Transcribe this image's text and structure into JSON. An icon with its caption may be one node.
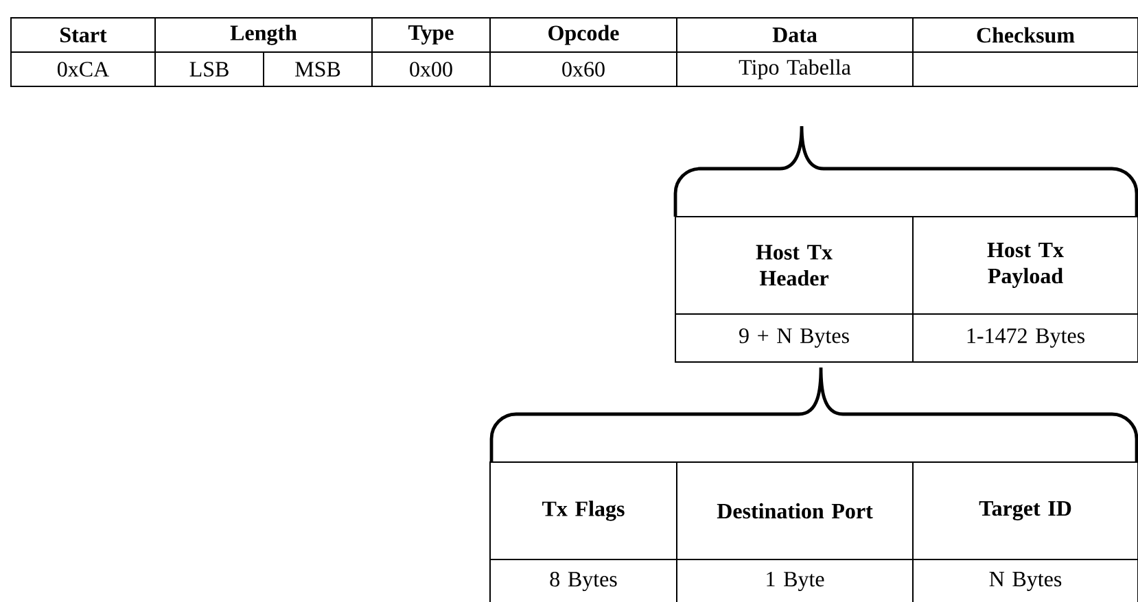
{
  "diagram": {
    "labels": [
      "Start",
      "Length",
      "Type",
      "Opcode",
      "Data",
      "Checksum",
      "0xCA",
      "LSB",
      "MSB",
      "0x00",
      "0x60",
      "Tipo Tabella",
      "Host Tx Header",
      "Host Tx Payload",
      "9 + N Bytes",
      "1-1472 Bytes",
      "Tx Flags",
      "Destination Port",
      "Target ID",
      "8 Bytes",
      "1 Byte",
      "N Bytes"
    ]
  }
}
